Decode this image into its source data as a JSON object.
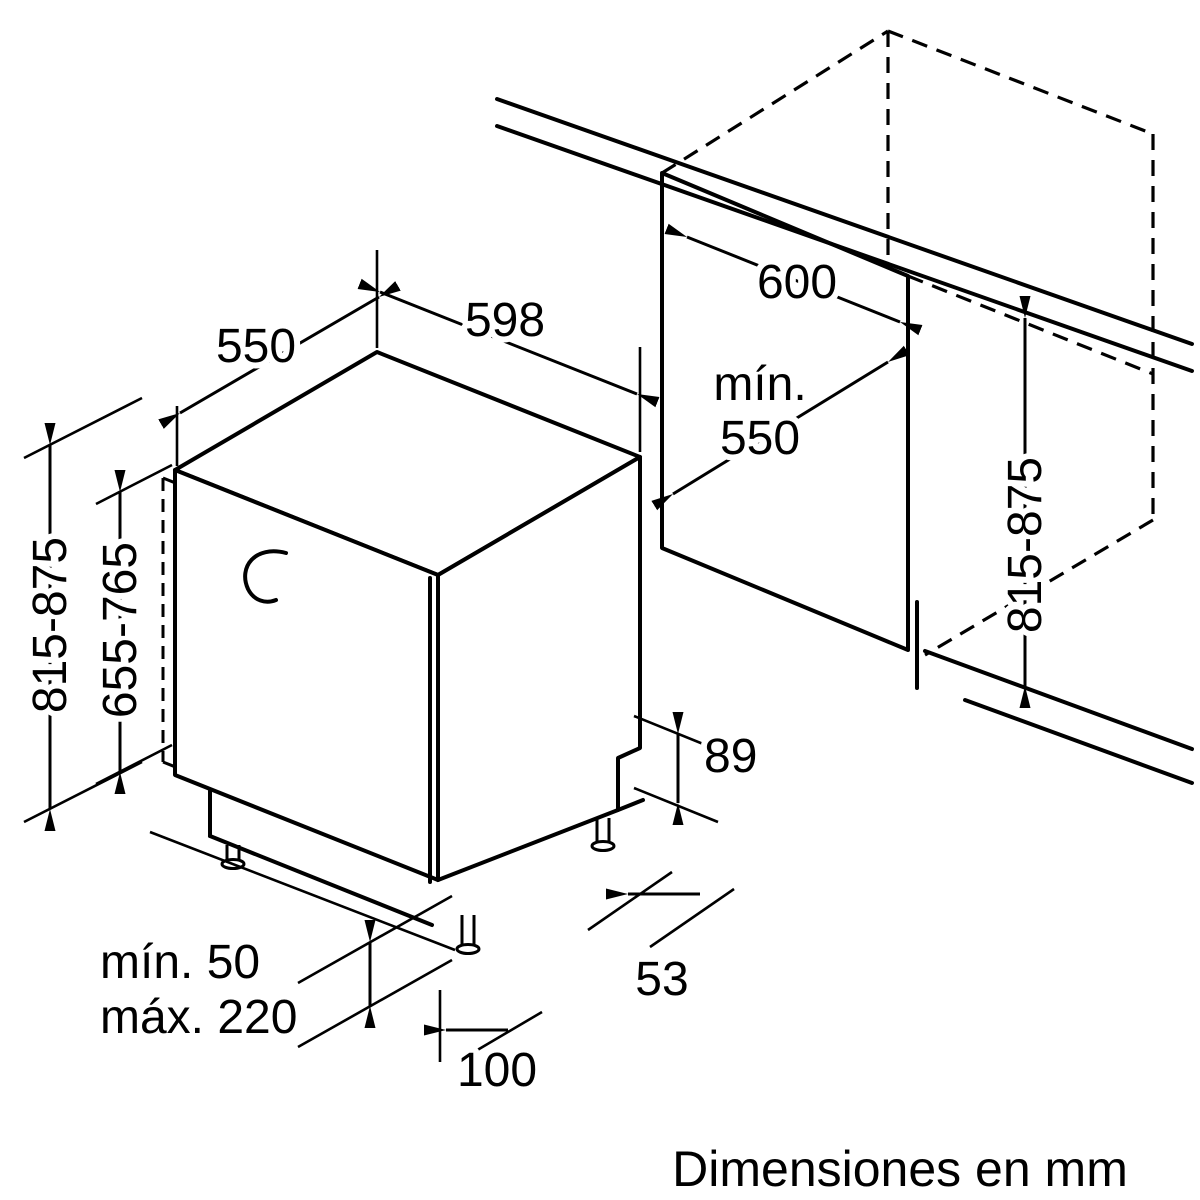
{
  "diagram": {
    "caption": "Dimensiones en mm",
    "appliance": {
      "depth_top": "550",
      "width_top": "598",
      "height_range": "815-875",
      "door_panel_height_range": "655-765",
      "plinth_min": "mín. 50",
      "plinth_max": "máx. 220",
      "front_foot_offset": "100",
      "rear_foot_offset": "53",
      "rear_clearance": "89"
    },
    "niche": {
      "width": "600",
      "depth_label": "mín.",
      "depth_value": "550",
      "height_range": "815-875"
    },
    "colors": {
      "line": "#000000",
      "background": "#ffffff"
    }
  }
}
